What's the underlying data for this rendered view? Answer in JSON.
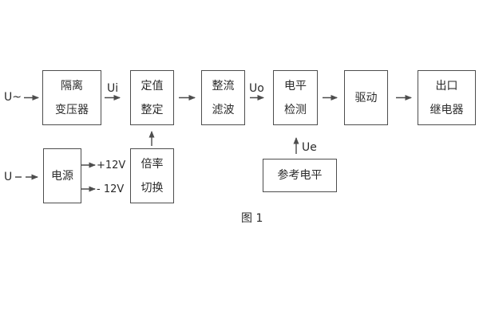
{
  "diagram": {
    "caption": "图 1",
    "inputs": {
      "ac": "U~",
      "dc": "U"
    },
    "signals": {
      "ui": "Ui",
      "uo": "Uo",
      "ue": "Ue"
    },
    "power_outputs": {
      "pos": "+12V",
      "neg": "- 12V"
    },
    "boxes": {
      "isolation_transformer": {
        "line1": "隔离",
        "line2": "变压器"
      },
      "setting_adjust": {
        "line1": "定值",
        "line2": "整定"
      },
      "rectifier_filter": {
        "line1": "整流",
        "line2": "滤波"
      },
      "level_detect": {
        "line1": "电平",
        "line2": "检测"
      },
      "driver": {
        "line1": "驱动"
      },
      "output_relay": {
        "line1": "出口",
        "line2": "继电器"
      },
      "power_supply": {
        "line1": "电源"
      },
      "ratio_switch": {
        "line1": "倍率",
        "line2": "切换"
      },
      "reference_level": {
        "line1": "参考电平"
      }
    },
    "colors": {
      "line": "#4d4d4d",
      "text": "#2b2b2b",
      "background": "#ffffff"
    }
  }
}
